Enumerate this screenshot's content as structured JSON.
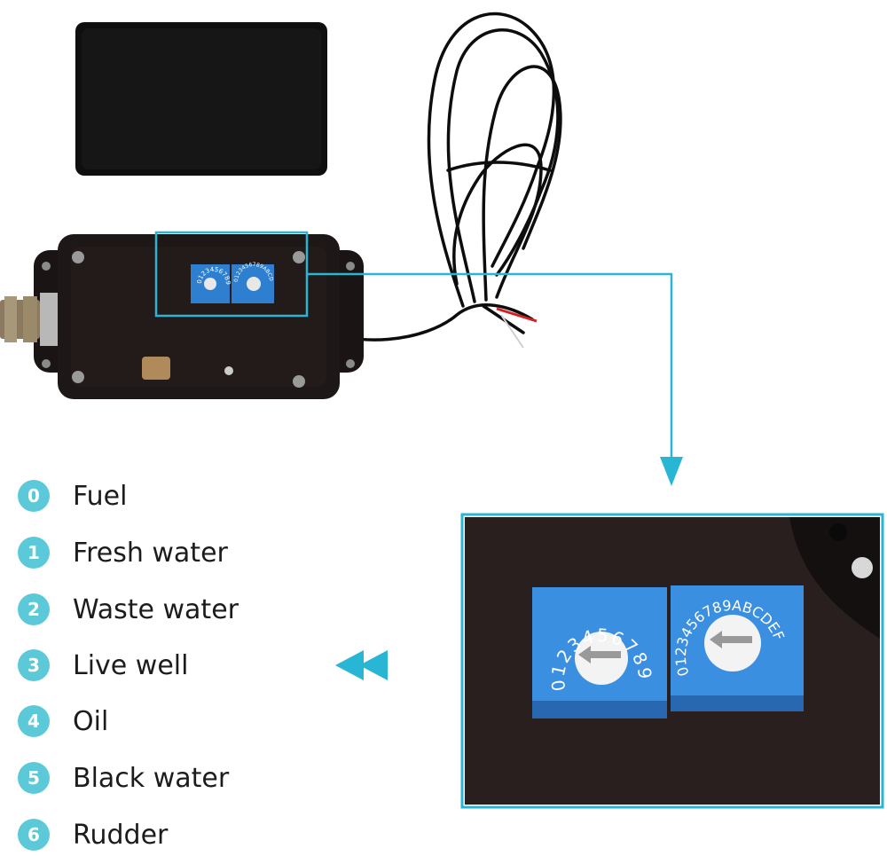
{
  "accent_color": "#29b6d5",
  "legend": [
    {
      "num": "0",
      "label": "Fuel"
    },
    {
      "num": "1",
      "label": "Fresh water"
    },
    {
      "num": "2",
      "label": "Waste water"
    },
    {
      "num": "3",
      "label": "Live well"
    },
    {
      "num": "4",
      "label": "Oil"
    },
    {
      "num": "5",
      "label": "Black water"
    },
    {
      "num": "6",
      "label": "Rudder"
    }
  ],
  "small_dial": {
    "text": "0123456789"
  },
  "large_dial": {
    "text": "0123456789ABCDEF"
  },
  "pointer_icon": "double-left-arrow-icon"
}
